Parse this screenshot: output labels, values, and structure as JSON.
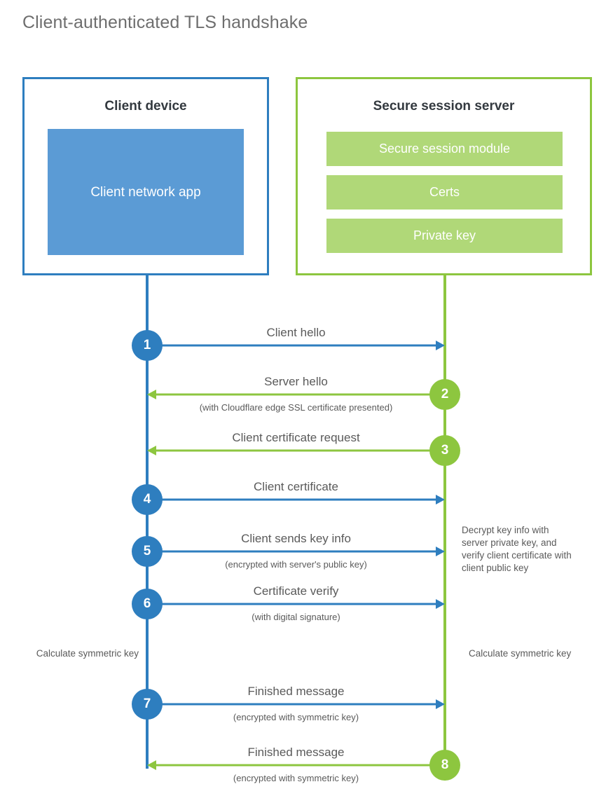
{
  "title": "Client-authenticated TLS handshake",
  "colors": {
    "client_blue": "#2E7EBF",
    "client_app_fill": "#5B9BD5",
    "server_green": "#8DC63F",
    "server_bar_fill": "#B0D878",
    "text_gray": "#5a5a5a",
    "title_gray": "#6e6e6e"
  },
  "client": {
    "title": "Client device",
    "app_label": "Client network app"
  },
  "server": {
    "title": "Secure session server",
    "bars": [
      {
        "label": "Secure session module"
      },
      {
        "label": "Certs"
      },
      {
        "label": "Private key"
      }
    ]
  },
  "steps": [
    {
      "number": "1",
      "from": "client",
      "direction": "right",
      "label": "Client hello",
      "sublabel": ""
    },
    {
      "number": "2",
      "from": "server",
      "direction": "left",
      "label": "Server hello",
      "sublabel": "(with Cloudflare edge SSL certificate presented)"
    },
    {
      "number": "3",
      "from": "server",
      "direction": "left",
      "label": "Client certificate request",
      "sublabel": ""
    },
    {
      "number": "4",
      "from": "client",
      "direction": "right",
      "label": "Client certificate",
      "sublabel": ""
    },
    {
      "number": "5",
      "from": "client",
      "direction": "right",
      "label": "Client sends key info",
      "sublabel": "(encrypted with server's public key)"
    },
    {
      "number": "6",
      "from": "client",
      "direction": "right",
      "label": "Certificate verify",
      "sublabel": "(with digital signature)"
    },
    {
      "number": "7",
      "from": "client",
      "direction": "right",
      "label": "Finished message",
      "sublabel": "(encrypted with symmetric key)"
    },
    {
      "number": "8",
      "from": "server",
      "direction": "left",
      "label": "Finished message",
      "sublabel": "(encrypted with symmetric key)"
    }
  ],
  "notes": {
    "server_decrypt": "Decrypt key info with server private key, and verify client certificate with client public key",
    "client_calculate": "Calculate symmetric key",
    "server_calculate": "Calculate symmetric key"
  }
}
